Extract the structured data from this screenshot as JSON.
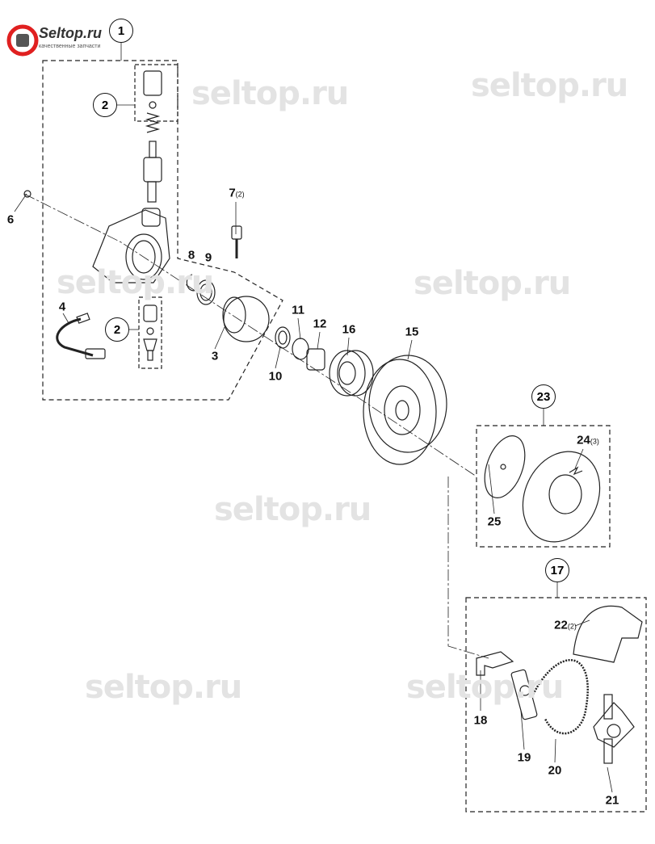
{
  "logo": {
    "brand": "Seltop.ru",
    "tagline": "качественные запчасти"
  },
  "watermark": "seltop.ru",
  "callouts": [
    {
      "id": "1",
      "circled": true
    },
    {
      "id": "2",
      "circled": true
    },
    {
      "id": "2b",
      "text": "2",
      "circled": true
    },
    {
      "id": "3"
    },
    {
      "id": "4"
    },
    {
      "id": "6"
    },
    {
      "id": "7",
      "qty": "(2)"
    },
    {
      "id": "8"
    },
    {
      "id": "9"
    },
    {
      "id": "10"
    },
    {
      "id": "11"
    },
    {
      "id": "12"
    },
    {
      "id": "15"
    },
    {
      "id": "16"
    },
    {
      "id": "17",
      "circled": true
    },
    {
      "id": "18"
    },
    {
      "id": "19"
    },
    {
      "id": "20"
    },
    {
      "id": "21"
    },
    {
      "id": "22",
      "qty": "(2)"
    },
    {
      "id": "23",
      "circled": true
    },
    {
      "id": "24",
      "qty": "(3)"
    },
    {
      "id": "25"
    }
  ],
  "labels": {
    "l1": "1",
    "l2": "2",
    "l3": "3",
    "l4": "4",
    "l6": "6",
    "l7": "7",
    "q7": "(2)",
    "l8": "8",
    "l9": "9",
    "l10": "10",
    "l11": "11",
    "l12": "12",
    "l15": "15",
    "l16": "16",
    "l17": "17",
    "l18": "18",
    "l19": "19",
    "l20": "20",
    "l21": "21",
    "l22": "22",
    "q22": "(2)",
    "l23": "23",
    "l24": "24",
    "q24": "(3)",
    "l25": "25"
  }
}
